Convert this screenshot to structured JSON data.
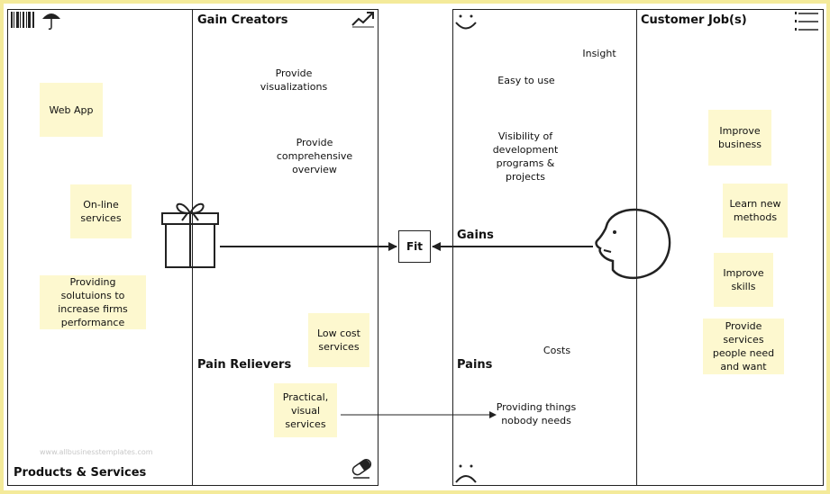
{
  "headings": {
    "gain_creators": "Gain Creators",
    "pain_relievers": "Pain Relievers",
    "products_services": "Products & Services",
    "customer_jobs": "Customer Job(s)",
    "gains": "Gains",
    "pains": "Pains"
  },
  "fit_label": "Fit",
  "products_services_items": [
    {
      "text": "Web App"
    },
    {
      "text": "On-line services"
    },
    {
      "text": "Providing solutuions to increase firms performance"
    }
  ],
  "gain_creators_items": [
    {
      "text": "Provide visualizations"
    },
    {
      "text": "Provide comprehensive overview"
    }
  ],
  "pain_relievers_items": [
    {
      "text": "Low cost services"
    },
    {
      "text": "Practical, visual services"
    }
  ],
  "gains_items": [
    {
      "text": "Insight"
    },
    {
      "text": "Easy to use"
    },
    {
      "text": "Visibility of development programs & projects"
    }
  ],
  "pains_items": [
    {
      "text": "Costs"
    },
    {
      "text": "Providing things nobody needs"
    }
  ],
  "customer_jobs_items": [
    {
      "text": "Improve business"
    },
    {
      "text": "Learn new methods"
    },
    {
      "text": "Improve skills"
    },
    {
      "text": "Provide services people need and want"
    }
  ],
  "watermark": "www.allbusinesstemplates.com",
  "colors": {
    "frame": "#f4ea9a",
    "sticky": "#fdf8cf",
    "line": "#222222"
  },
  "icons": [
    "barcode-icon",
    "umbrella-icon",
    "trend-up-icon",
    "smile-icon",
    "list-icon",
    "gift-icon",
    "customer-head-icon",
    "pill-icon",
    "frown-icon"
  ]
}
